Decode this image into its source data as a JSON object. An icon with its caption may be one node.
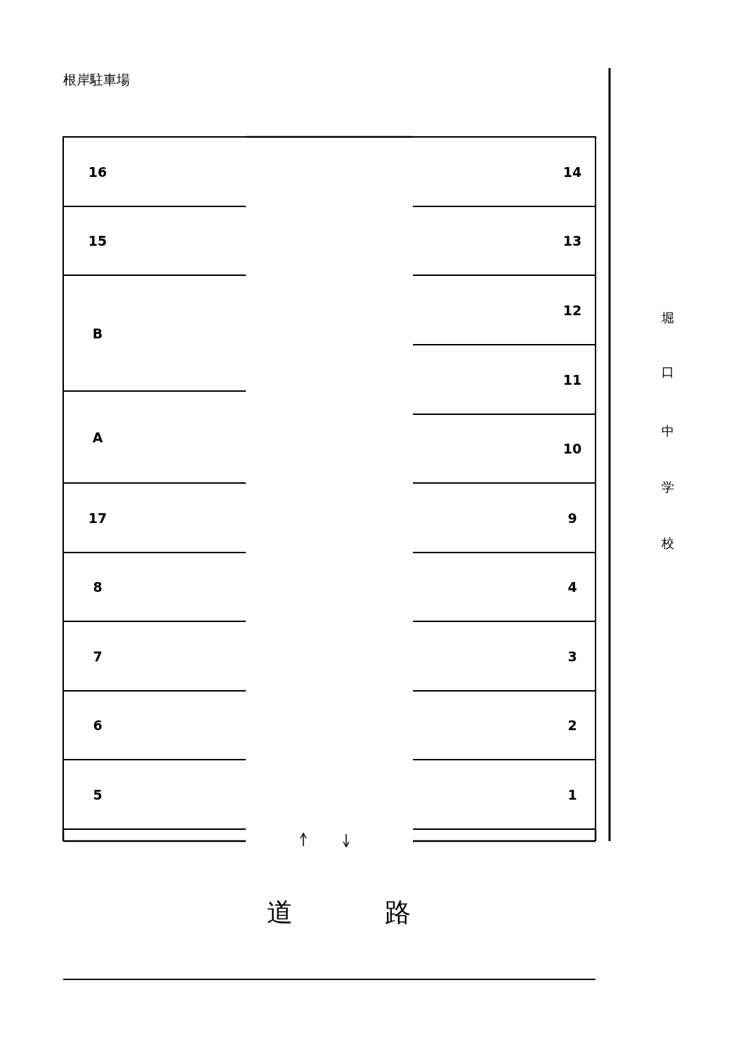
{
  "diagram": {
    "title": "根岸駐車場",
    "nodes": [
      {
        "text": [
          "16"
        ]
      },
      {
        "text": [
          "14"
        ]
      },
      {
        "text": [
          "15"
        ]
      },
      {
        "text": [
          "13"
        ]
      },
      {
        "text": [
          "B"
        ]
      },
      {
        "text": [
          "12"
        ]
      },
      {
        "text": [
          "11"
        ]
      },
      {
        "text": [
          "A"
        ]
      },
      {
        "text": [
          "10"
        ]
      },
      {
        "text": [
          "17"
        ]
      },
      {
        "text": [
          "9"
        ]
      },
      {
        "text": [
          "8"
        ]
      },
      {
        "text": [
          "4"
        ]
      },
      {
        "text": [
          "7"
        ]
      },
      {
        "text": [
          "3"
        ]
      },
      {
        "text": [
          "6"
        ]
      },
      {
        "text": [
          "2"
        ]
      },
      {
        "text": [
          "5"
        ]
      },
      {
        "text": [
          "1"
        ]
      }
    ],
    "edges": [],
    "labels": [
      "堀口中学校",
      "道",
      "路"
    ]
  }
}
